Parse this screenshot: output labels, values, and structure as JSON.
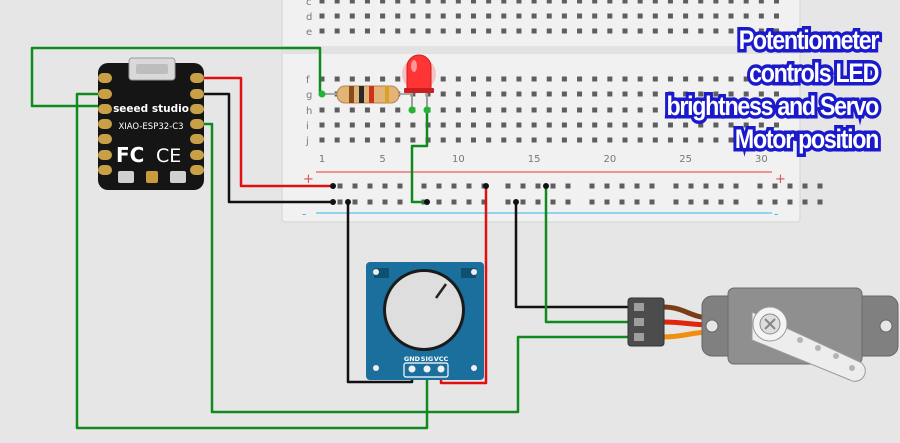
{
  "title_lines": [
    "Potentiometer",
    "controls LED",
    "brightness and Servo",
    "Motor position"
  ],
  "breadboard": {
    "rows_top": [
      "c",
      "d",
      "e"
    ],
    "rows_mid": [
      "f",
      "g",
      "h",
      "i",
      "j"
    ],
    "column_numbers": [
      "1",
      "5",
      "10",
      "15",
      "20",
      "25",
      "30"
    ],
    "rail_plus": "+",
    "rail_minus": "-"
  },
  "board": {
    "brand": "seeed studio",
    "model": "XIAO-ESP32-C3",
    "fc_mark": "FC",
    "ce_mark": "CE"
  },
  "potentiometer": {
    "pin_labels": [
      "GND",
      "SIG",
      "VCC"
    ]
  },
  "colors": {
    "background": "#e6e6e6",
    "breadboard": "#f1f1f1",
    "rail_red": "#ee5a5a",
    "rail_blue": "#58c3e8",
    "wire_green": "#0f8a1e",
    "wire_red": "#e01010",
    "wire_black": "#111111",
    "board_black": "#151515",
    "pot_blue": "#1b6f9c",
    "led_red": "#ff3535",
    "title_fill": "#ffffff",
    "title_outline": "#1a1acc"
  }
}
